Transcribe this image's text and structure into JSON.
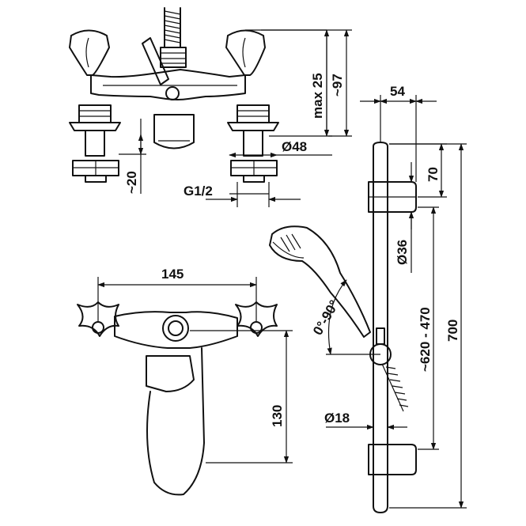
{
  "dimensions": {
    "max25": "max 25",
    "approx97": "~97",
    "d54": "54",
    "d70": "70",
    "dia48": "Ø48",
    "approx20": "~20",
    "g12": "G1/2",
    "dia36": "Ø36",
    "d145": "145",
    "angle": "0°-90°",
    "range620_470": "~620 - 470",
    "d700": "700",
    "d130": "130",
    "dia18": "Ø18"
  }
}
